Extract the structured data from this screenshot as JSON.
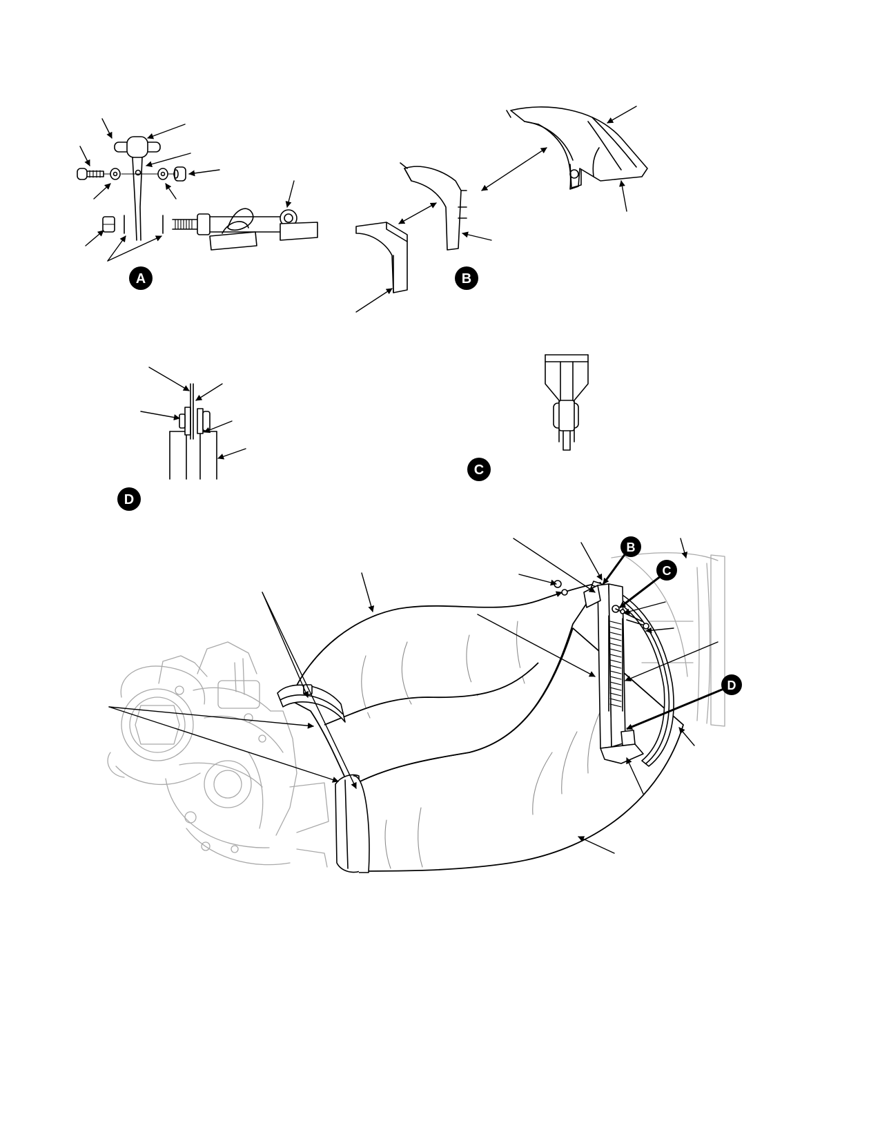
{
  "callouts": {
    "detail_a": "A",
    "detail_b": "B",
    "detail_c": "C",
    "detail_d": "D",
    "main_b": "B",
    "main_c": "C",
    "main_d": "D"
  },
  "colors": {
    "ink": "#000000",
    "ghost": "#a9a9a9",
    "background": "#ffffff"
  }
}
